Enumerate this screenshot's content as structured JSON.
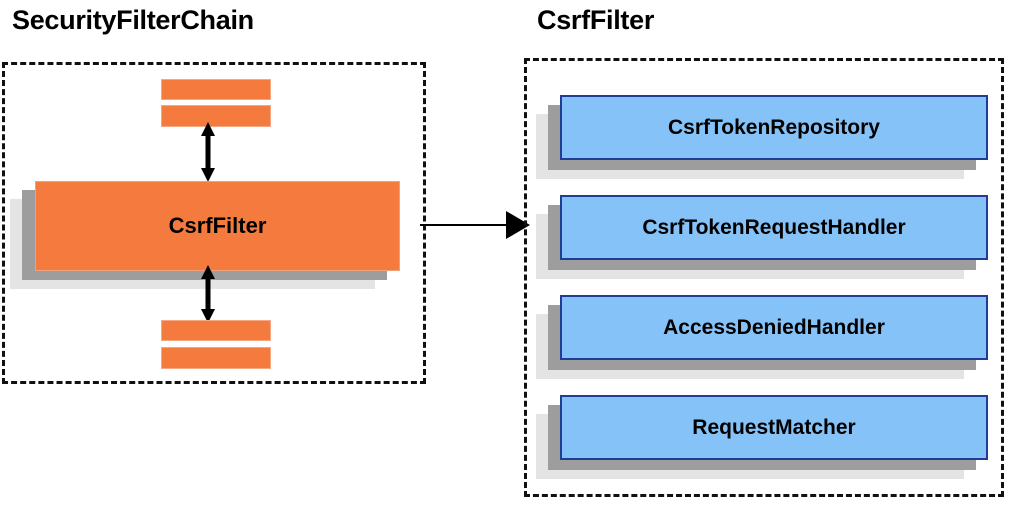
{
  "diagram": {
    "type": "component-diagram",
    "background_color": "#ffffff",
    "groups": [
      {
        "name": "security-filter-chain",
        "title": "SecurityFilterChain",
        "border_style": "dashed",
        "border_color": "#111111",
        "items": [
          {
            "label": "",
            "kind": "filter-bar",
            "color": "#f47b3d"
          },
          {
            "label": "",
            "kind": "filter-bar",
            "color": "#f47b3d"
          },
          {
            "label": "CsrfFilter",
            "kind": "filter-box",
            "color": "#f47b3d"
          },
          {
            "label": "",
            "kind": "filter-bar",
            "color": "#f47b3d"
          },
          {
            "label": "",
            "kind": "filter-bar",
            "color": "#f47b3d"
          }
        ]
      },
      {
        "name": "csrf-filter",
        "title": "CsrfFilter",
        "border_style": "dashed",
        "border_color": "#111111",
        "items": [
          {
            "label": "CsrfTokenRepository",
            "kind": "collaborator-box",
            "color": "#85c2f7"
          },
          {
            "label": "CsrfTokenRequestHandler",
            "kind": "collaborator-box",
            "color": "#85c2f7"
          },
          {
            "label": "AccessDeniedHandler",
            "kind": "collaborator-box",
            "color": "#85c2f7"
          },
          {
            "label": "RequestMatcher",
            "kind": "collaborator-box",
            "color": "#85c2f7"
          }
        ]
      }
    ],
    "connectors": [
      {
        "name": "chain-to-filter",
        "from": "security-filter-chain",
        "to": "csrf-filter",
        "direction": "right",
        "style": "solid-single-arrow"
      },
      {
        "name": "above-csrf-filter",
        "direction": "vertical",
        "style": "solid-double-arrow"
      },
      {
        "name": "below-csrf-filter",
        "direction": "vertical",
        "style": "solid-double-arrow"
      }
    ],
    "colors": {
      "filter_orange": "#f47b3d",
      "collaborator_blue": "#85c2f7",
      "collaborator_border": "#1f3c96",
      "shadow_near": "#9d9d9d",
      "shadow_far": "#e4e4e4",
      "line": "#000000"
    }
  }
}
